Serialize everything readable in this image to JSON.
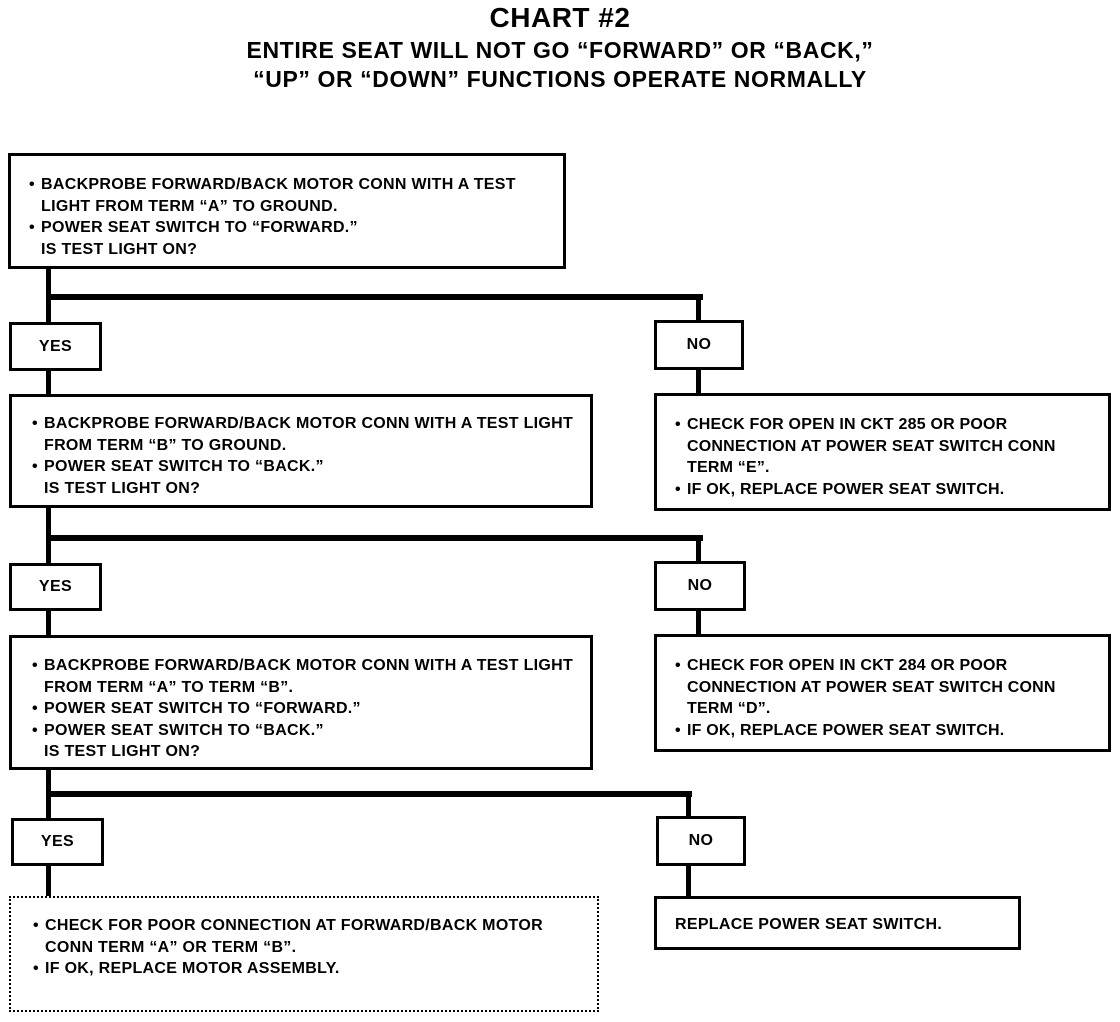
{
  "title": "CHART #2",
  "subtitle_lines": [
    "ENTIRE SEAT WILL NOT GO “FORWARD” OR “BACK,”",
    "“UP” OR “DOWN” FUNCTIONS OPERATE NORMALLY"
  ],
  "yes_label": "YES",
  "no_label": "NO",
  "step1": {
    "bullets": [
      "BACKPROBE FORWARD/BACK MOTOR CONN WITH A TEST LIGHT FROM TERM “A” TO GROUND.",
      "POWER SEAT SWITCH TO “FORWARD.”"
    ],
    "question": "IS TEST LIGHT ON?"
  },
  "step1_no": {
    "bullets": [
      "CHECK FOR OPEN IN CKT 285 OR POOR CONNECTION AT POWER SEAT SWITCH CONN TERM “E”.",
      "IF OK, REPLACE POWER SEAT SWITCH."
    ]
  },
  "step2": {
    "bullets": [
      "BACKPROBE FORWARD/BACK MOTOR CONN WITH A TEST LIGHT FROM TERM “B” TO GROUND.",
      "POWER SEAT SWITCH TO “BACK.”"
    ],
    "question": "IS TEST LIGHT ON?"
  },
  "step2_no": {
    "bullets": [
      "CHECK FOR OPEN IN CKT 284 OR POOR CONNECTION AT POWER SEAT SWITCH CONN TERM “D”.",
      "IF OK, REPLACE POWER SEAT SWITCH."
    ]
  },
  "step3": {
    "bullets": [
      "BACKPROBE FORWARD/BACK MOTOR CONN WITH A TEST LIGHT FROM TERM “A” TO TERM “B”.",
      "POWER SEAT SWITCH TO “FORWARD.”",
      "POWER SEAT SWITCH TO “BACK.”"
    ],
    "question": "IS TEST LIGHT ON?"
  },
  "step3_yes": {
    "bullets": [
      "CHECK FOR POOR CONNECTION AT FORWARD/BACK MOTOR CONN TERM “A” OR TERM “B”.",
      "IF OK, REPLACE MOTOR ASSEMBLY."
    ]
  },
  "step3_no": {
    "text": "REPLACE POWER SEAT SWITCH."
  }
}
